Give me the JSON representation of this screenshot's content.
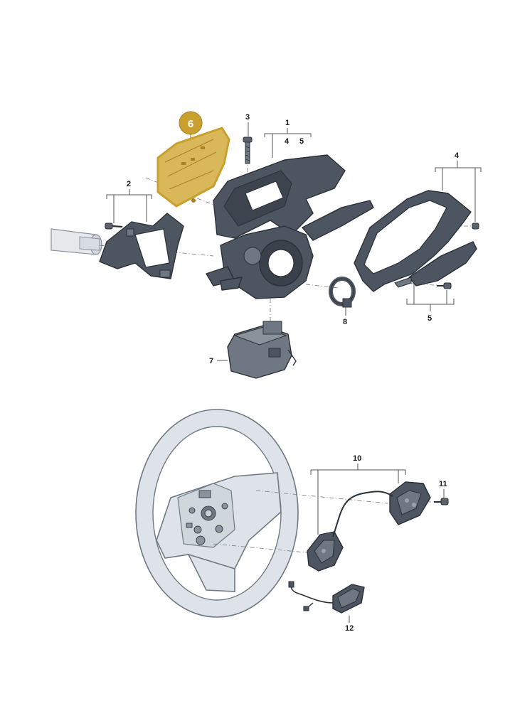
{
  "diagram": {
    "highlighted_part": "6",
    "colors": {
      "highlight": "#c9a02e",
      "highlight_fill": "#d9b85a",
      "part_dark": "#4d5560",
      "part_outline": "#2a3038",
      "wheel": "#dde3e8"
    },
    "callouts": {
      "p1": "1",
      "p1_sub4": "4",
      "p1_sub5": "5",
      "p2": "2",
      "p3": "3",
      "p4": "4",
      "p5": "5",
      "p6": "6",
      "p7": "7",
      "p8": "8",
      "p10": "10",
      "p11": "11",
      "p12": "12"
    }
  }
}
